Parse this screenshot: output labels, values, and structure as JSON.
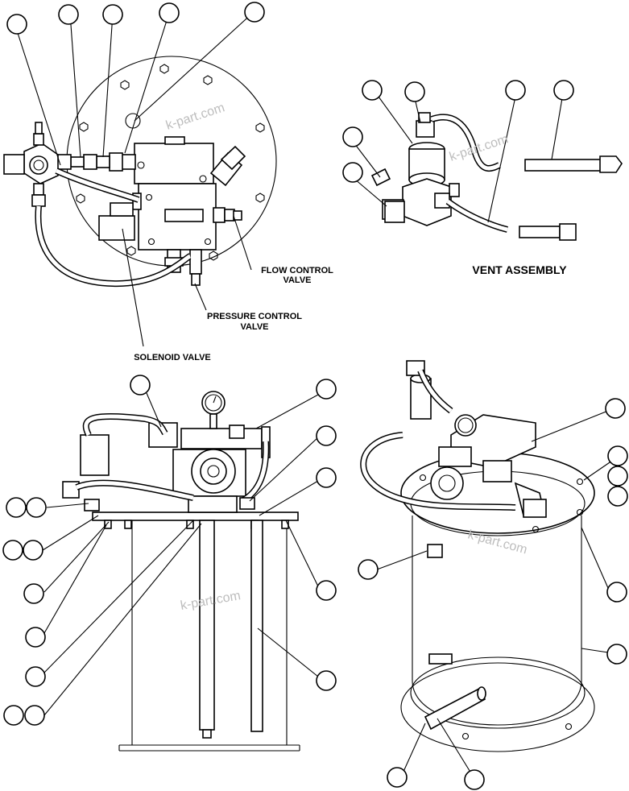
{
  "labels": {
    "flow_control_line1": "FLOW CONTROL",
    "flow_control_line2": "VALVE",
    "pressure_control_line1": "PRESSURE CONTROL",
    "pressure_control_line2": "VALVE",
    "solenoid_valve": "SOLENOID VALVE",
    "vent_assembly": "VENT ASSEMBLY"
  },
  "watermarks": [
    "k-part.com",
    "k-part.com",
    "k-part.com",
    "k-part.com"
  ]
}
